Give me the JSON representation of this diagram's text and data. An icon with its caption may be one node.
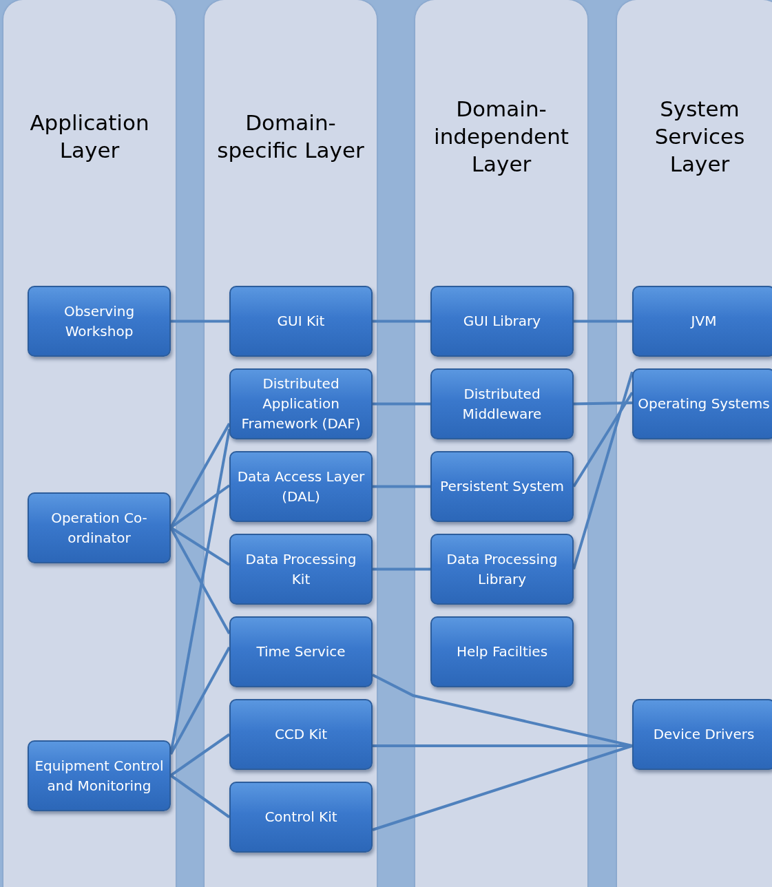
{
  "diagram": {
    "nodes": [
      {
        "text": [
          "Application Layer"
        ]
      },
      {
        "text": [
          "Domain-specific Layer"
        ]
      },
      {
        "text": [
          "Domain-independent Layer"
        ]
      },
      {
        "text": [
          "System Services Layer"
        ]
      },
      {
        "text": [
          "Observing Workshop"
        ],
        "in": 0
      },
      {
        "text": [
          "Operation Co-ordinator"
        ],
        "in": 0
      },
      {
        "text": [
          "Equipment Control and Monitoring"
        ],
        "in": 0
      },
      {
        "text": [
          "GUI Kit"
        ],
        "in": 1
      },
      {
        "text": [
          "Distributed Application Framework (DAF)"
        ],
        "in": 1
      },
      {
        "text": [
          "Data Access Layer (DAL)"
        ],
        "in": 1
      },
      {
        "text": [
          "Data Processing Kit"
        ],
        "in": 1
      },
      {
        "text": [
          "Time Service"
        ],
        "in": 1
      },
      {
        "text": [
          "CCD Kit"
        ],
        "in": 1
      },
      {
        "text": [
          "Control Kit"
        ],
        "in": 1
      },
      {
        "text": [
          "GUI Library"
        ],
        "in": 2
      },
      {
        "text": [
          "Distributed Middleware"
        ],
        "in": 2
      },
      {
        "text": [
          "Persistent System"
        ],
        "in": 2
      },
      {
        "text": [
          "Data Processing Library"
        ],
        "in": 2
      },
      {
        "text": [
          "Help Facilties"
        ],
        "in": 2
      },
      {
        "text": [
          "JVM"
        ],
        "in": 3
      },
      {
        "text": [
          "Operating Systems"
        ],
        "in": 3
      },
      {
        "text": [
          "Device Drivers"
        ],
        "in": 3
      }
    ],
    "edges": [
      {
        "from": 4,
        "to": 7,
        "arrow": "none"
      },
      {
        "from": 7,
        "to": 14,
        "arrow": "none"
      },
      {
        "from": 14,
        "to": 19,
        "arrow": "none"
      },
      {
        "from": 8,
        "to": 15,
        "arrow": "none"
      },
      {
        "from": 15,
        "to": 20,
        "arrow": "none"
      },
      {
        "from": 9,
        "to": 16,
        "arrow": "none"
      },
      {
        "from": 16,
        "to": 20,
        "arrow": "none"
      },
      {
        "from": 10,
        "to": 17,
        "arrow": "none"
      },
      {
        "from": 17,
        "to": 20,
        "arrow": "none"
      },
      {
        "from": 5,
        "to": 8,
        "arrow": "none"
      },
      {
        "from": 5,
        "to": 9,
        "arrow": "none"
      },
      {
        "from": 5,
        "to": 10,
        "arrow": "none"
      },
      {
        "from": 5,
        "to": 11,
        "arrow": "none"
      },
      {
        "from": 6,
        "to": 8,
        "arrow": "none"
      },
      {
        "from": 6,
        "to": 11,
        "arrow": "none"
      },
      {
        "from": 6,
        "to": 12,
        "arrow": "none"
      },
      {
        "from": 6,
        "to": 13,
        "arrow": "none"
      },
      {
        "from": 11,
        "to": 21,
        "arrow": "none"
      },
      {
        "from": 12,
        "to": 21,
        "arrow": "none"
      },
      {
        "from": 13,
        "to": 21,
        "arrow": "none"
      }
    ]
  }
}
